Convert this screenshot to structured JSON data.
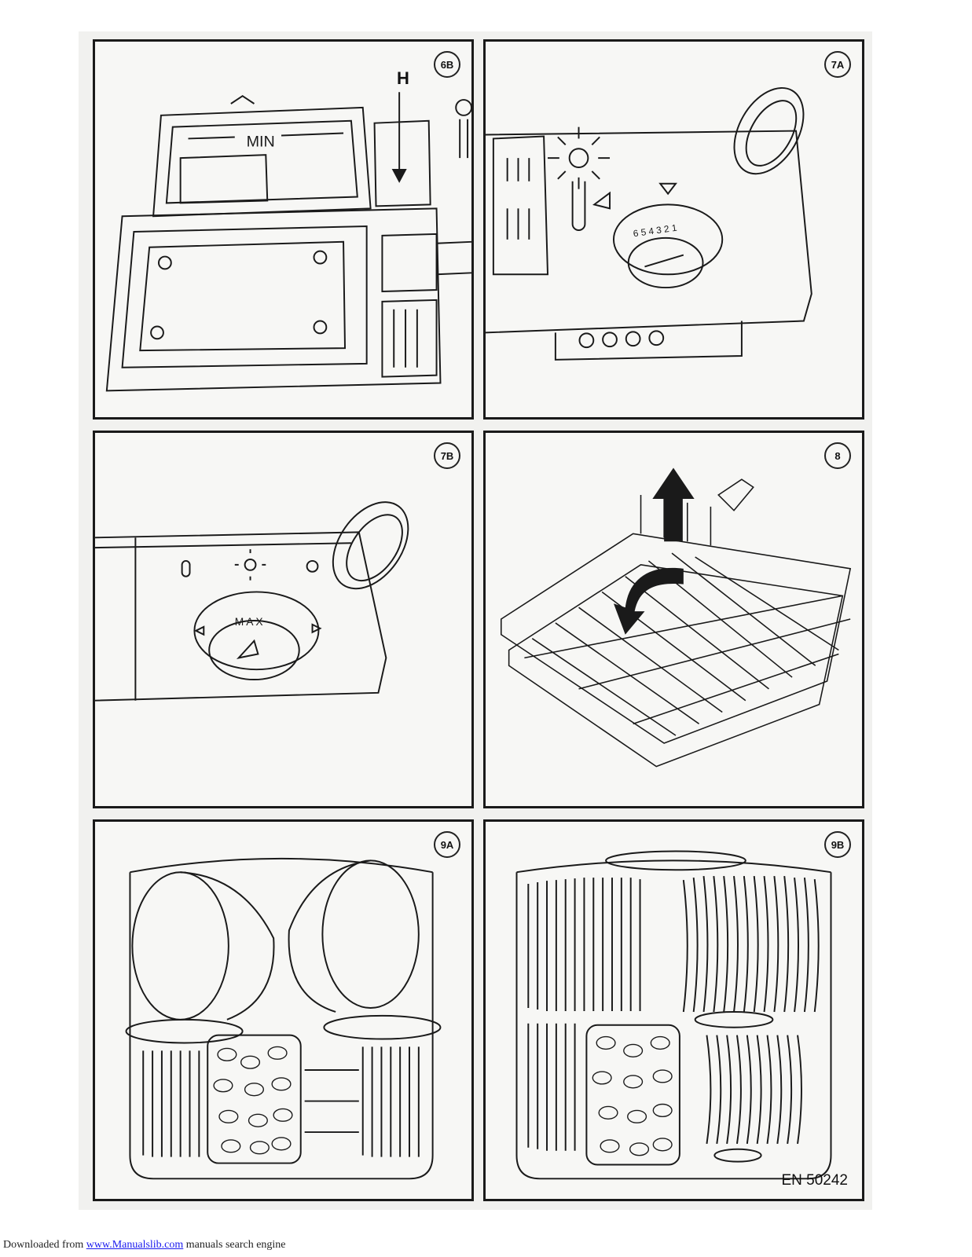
{
  "panels": {
    "p6b": {
      "badge": "6B",
      "letter": "H",
      "min_label": "MIN"
    },
    "p7a": {
      "badge": "7A",
      "dial_numbers": "6 5 4 3 2 1"
    },
    "p7b": {
      "badge": "7B",
      "dial_label": "MAX"
    },
    "p8": {
      "badge": "8"
    },
    "p9a": {
      "badge": "9A"
    },
    "p9b": {
      "badge": "9B",
      "code": "EN 50242"
    }
  },
  "footer": {
    "prefix": "Downloaded from ",
    "link": "www.Manualslib.com",
    "suffix": "  manuals search engine"
  },
  "colors": {
    "line": "#1a1a1a",
    "paper": "#f7f7f5",
    "link": "#1a1aee"
  }
}
